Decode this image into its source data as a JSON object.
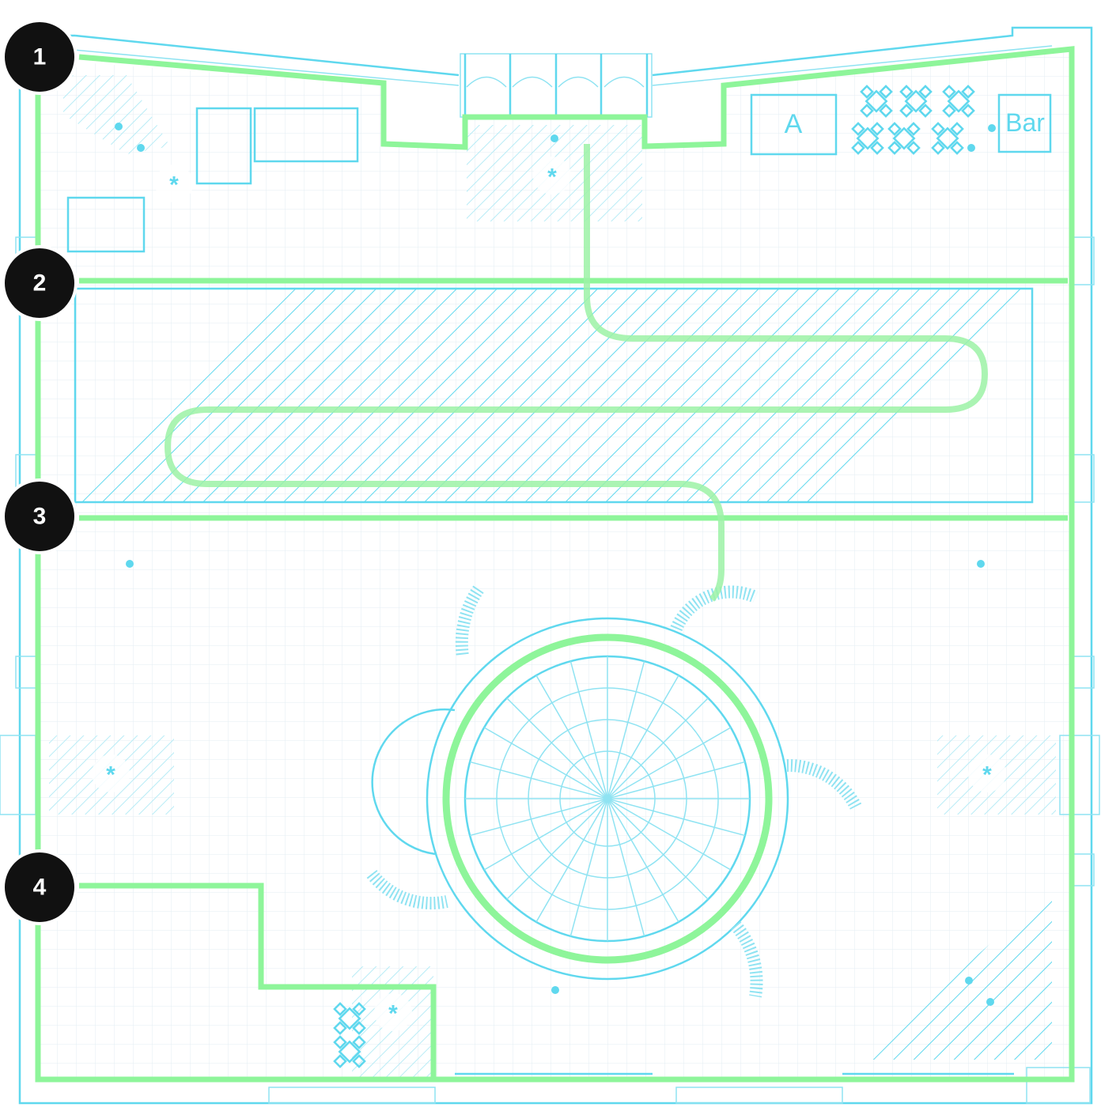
{
  "diagram": {
    "type": "floor-plan",
    "colors": {
      "outline": "#5fd8ee",
      "route": "#8ef59a",
      "badge": "#111111",
      "grid": "#e3edf3"
    },
    "zone_markers": [
      "1",
      "2",
      "3",
      "4"
    ],
    "room_labels": {
      "area_a": "A",
      "bar": "Bar"
    },
    "feature_marker": "*"
  }
}
